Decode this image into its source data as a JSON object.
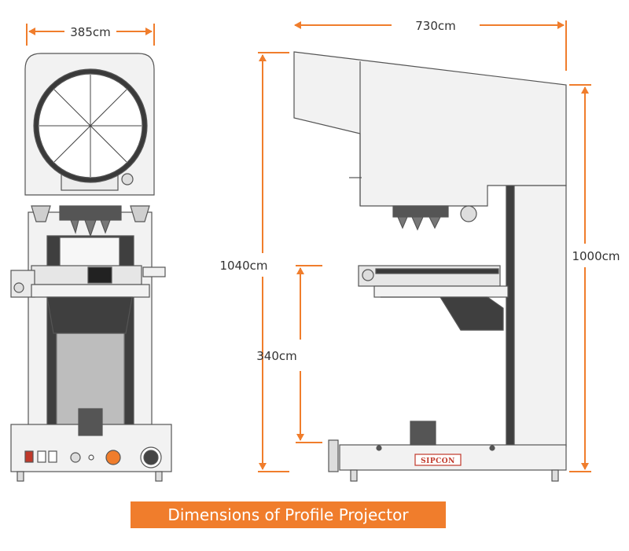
{
  "dimensions": {
    "front_width": "385cm",
    "side_depth": "730cm",
    "total_height": "1040cm",
    "body_height": "1000cm",
    "table_height": "340cm"
  },
  "brand_label": "SIPCON",
  "caption": "Dimensions of Profile Projector",
  "colors": {
    "accent": "#f07d2c",
    "body_light": "#f0f0f0",
    "outline": "#555555",
    "dark_panel": "#3f3f3f",
    "brand_red": "#c0392b"
  },
  "icons": [
    "arrow-left-icon",
    "arrow-right-icon",
    "arrow-up-icon",
    "arrow-down-icon"
  ]
}
